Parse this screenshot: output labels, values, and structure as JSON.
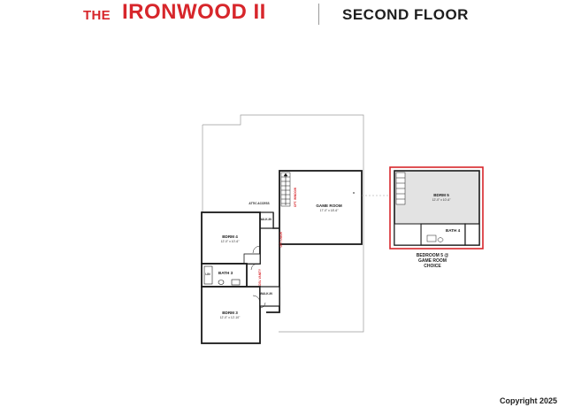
{
  "header": {
    "title_prefix": "THE",
    "title_main": "IRONWOOD II",
    "floor_name": "SECOND FLOOR"
  },
  "rooms": {
    "game_room": {
      "name": "GAME ROOM",
      "dims": "17'-0\" x 18'-6\""
    },
    "bdrm4": {
      "name": "BDRM 4",
      "dims": "12'-0\" x 10'-6\""
    },
    "bdrm3": {
      "name": "BDRM 3",
      "dims": "12'-0\" x 12'-10\""
    },
    "bath3": {
      "name": "BATH 3"
    },
    "bdrm5": {
      "name": "BDRM 5",
      "dims": "12'-0\" x 10'-6\""
    },
    "bath4": {
      "name": "BATH 4"
    }
  },
  "labels": {
    "attic_access": "ATTIC ACCESS",
    "walk_in_upper": "WALK-IN",
    "walk_in_lower": "WALK-IN",
    "linen": "LIN",
    "opt_window": "OPT. WINDOW",
    "vanity": "DBL VANITY",
    "opt_door": "OPT. DOOR"
  },
  "option_caption": [
    "BEDROOM 5 @",
    "GAME ROOM",
    "CHOICE"
  ],
  "copyright": "Copyright 2025",
  "colors": {
    "brand_red": "#d7262b",
    "wall": "#1a1a1a",
    "outline": "#9a9a9a",
    "option_fill": "#e3e3e3"
  }
}
